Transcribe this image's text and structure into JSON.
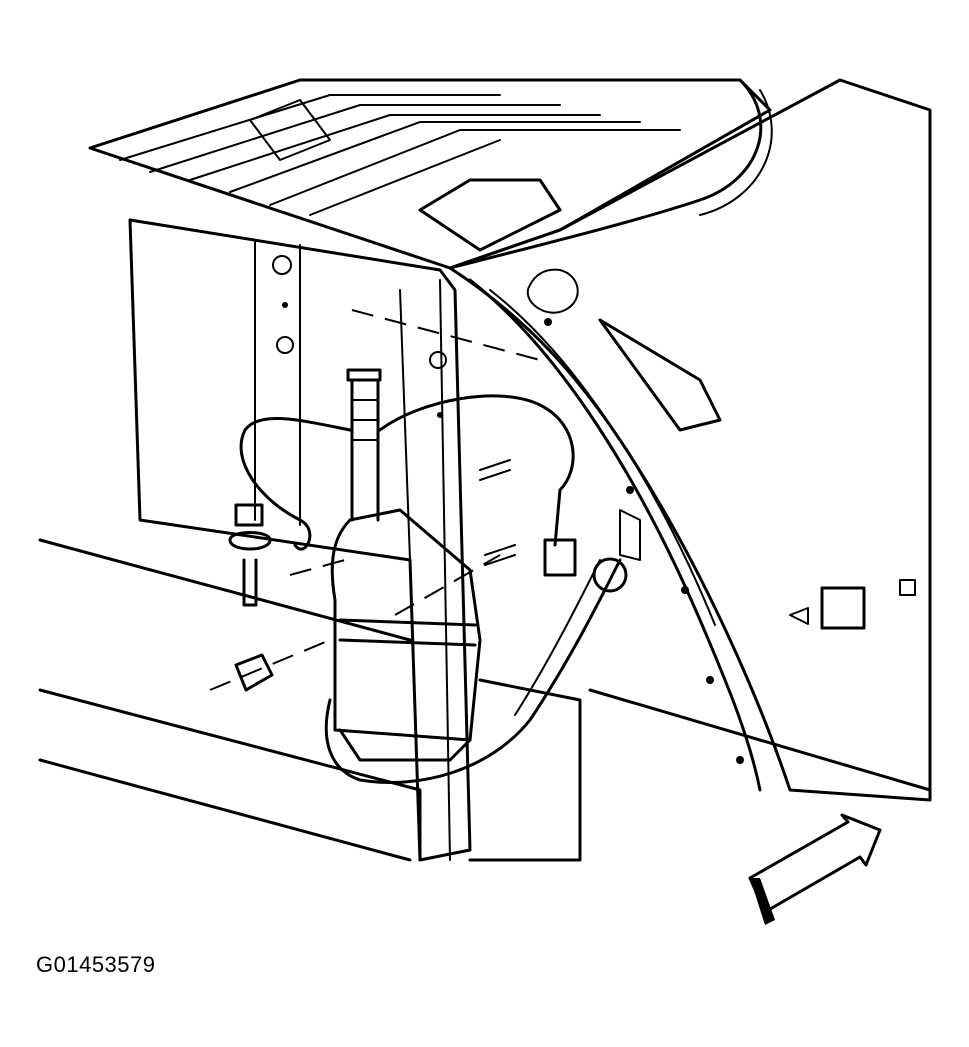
{
  "figure": {
    "id_label": "G01453579",
    "style": "black line-art service illustration",
    "components": [
      "tailgate-opening-ribs",
      "rear-pillar",
      "quarter-panel",
      "reservoir-bottle",
      "filler-neck",
      "wiring-harness",
      "harness-connector",
      "grommet",
      "mounting-bolt",
      "washer",
      "nut",
      "studs",
      "direction-arrow"
    ]
  },
  "colors": {
    "line": "#000000",
    "background": "#ffffff"
  }
}
